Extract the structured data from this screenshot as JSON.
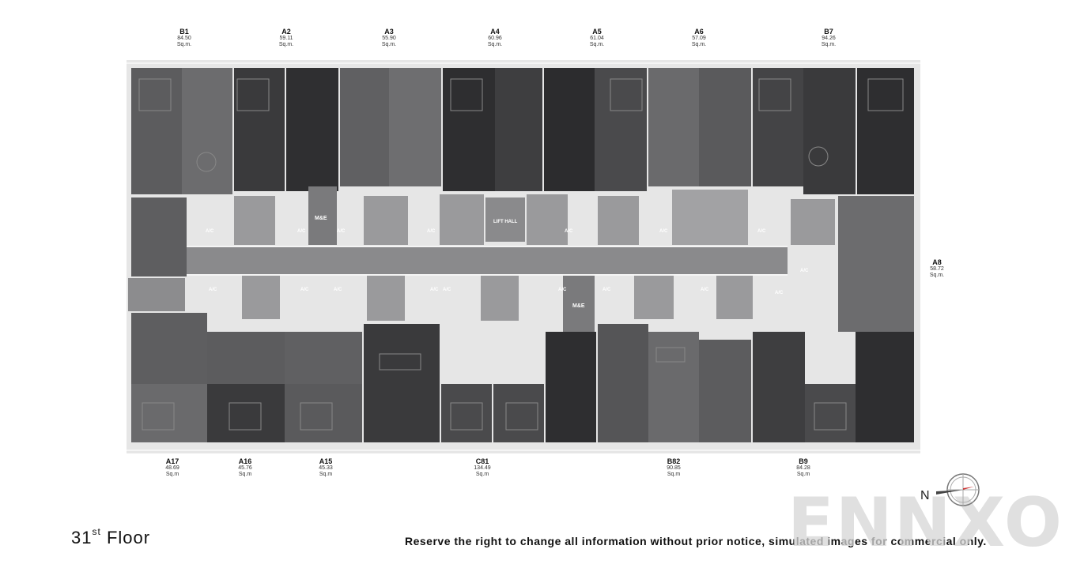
{
  "floor": {
    "number": "31",
    "suffix": "st",
    "word": "Floor"
  },
  "disclaimer": "Reserve the right to change all information without prior notice, simulated images for commercial only.",
  "watermark": "ENNXO",
  "compass_letter": "N",
  "units_top": [
    {
      "code": "B1",
      "area": "84.50",
      "unit": "Sq.m."
    },
    {
      "code": "A2",
      "area": "59.11",
      "unit": "Sq.m."
    },
    {
      "code": "A3",
      "area": "55.90",
      "unit": "Sq.m."
    },
    {
      "code": "A4",
      "area": "60.96",
      "unit": "Sq.m."
    },
    {
      "code": "A5",
      "area": "61.04",
      "unit": "Sq.m."
    },
    {
      "code": "A6",
      "area": "57.09",
      "unit": "Sq.m."
    },
    {
      "code": "B7",
      "area": "94.26",
      "unit": "Sq.m."
    }
  ],
  "units_right": [
    {
      "code": "A8",
      "area": "58.72",
      "unit": "Sq.m."
    }
  ],
  "units_bottom": [
    {
      "code": "A17",
      "area": "48.69",
      "unit": "Sq.m"
    },
    {
      "code": "A16",
      "area": "45.76",
      "unit": "Sq.m"
    },
    {
      "code": "A15",
      "area": "45.33",
      "unit": "Sq.m"
    },
    {
      "code": "C81",
      "area": "134.49",
      "unit": "Sq.m"
    },
    {
      "code": "B82",
      "area": "90.85",
      "unit": "Sq.m"
    },
    {
      "code": "B9",
      "area": "84.28",
      "unit": "Sq.m"
    }
  ],
  "plan_labels": {
    "me_top": "M&E",
    "me_bottom": "M&E",
    "lift_hall": "LIFT HALL",
    "ac": "A/C"
  },
  "colors": {
    "dark_unit": "#3a3a3c",
    "mid_unit": "#5a5a5c",
    "light_unit": "#6e6e70",
    "corridor": "#8a8a8c",
    "core": "#9c9c9e",
    "wall": "#f2f2f2"
  }
}
